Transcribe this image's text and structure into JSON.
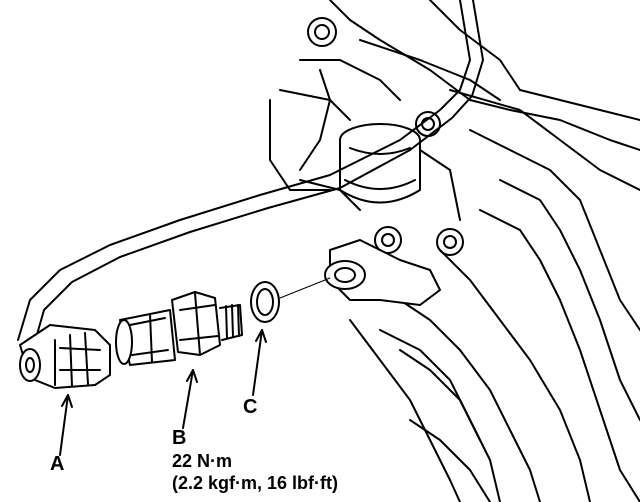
{
  "callouts": {
    "a": "A",
    "b": "B",
    "c": "C"
  },
  "torque": {
    "primary": "22 N·m",
    "alternate": "(2.2 kgf·m, 16 lbf·ft)"
  },
  "colors": {
    "ink": "#000000",
    "paper": "#ffffff",
    "shade": "#e6e6e6"
  }
}
